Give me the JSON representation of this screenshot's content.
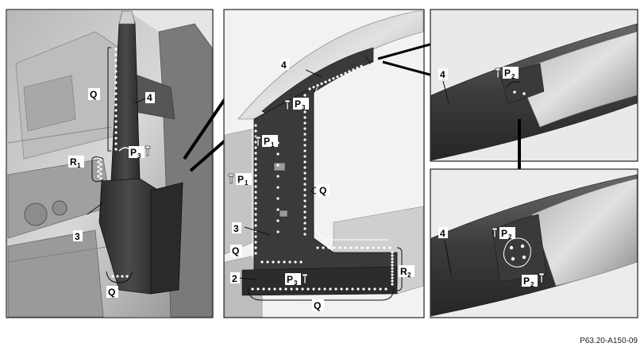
{
  "figure_ref": "P63.20-A150-09",
  "labels": {
    "part4": "4",
    "part3": "3",
    "part2": "2",
    "Q": "Q",
    "R": "R",
    "P": "P",
    "sub1": "1",
    "sub2": "2",
    "sub3": "3"
  },
  "colors": {
    "frame": "#222222",
    "panel_bg": "#eeeeee",
    "pillar": "#3a3a3a",
    "dot": "#ffffff",
    "body_light": "#c8c8c8",
    "body_mid": "#9a9a9a"
  },
  "icons": [
    "rivet-icon",
    "spot-weld-icon",
    "bracket-icon"
  ]
}
